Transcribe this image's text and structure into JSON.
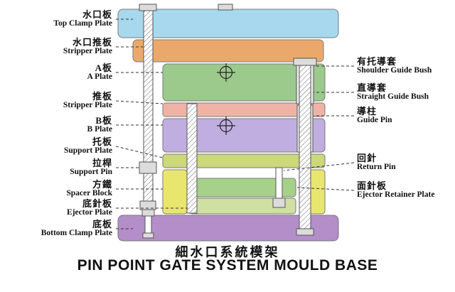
{
  "title": {
    "cn": "細水口系統模架",
    "en": "PIN POINT GATE SYSTEM MOULD BASE"
  },
  "left_labels": [
    {
      "cn": "水口板",
      "en": "Top Clamp Plate"
    },
    {
      "cn": "水口推板",
      "en": "Stripper Plate"
    },
    {
      "cn": "A板",
      "en": "A Plate"
    },
    {
      "cn": "推板",
      "en": "Stripper Plate"
    },
    {
      "cn": "B板",
      "en": "B Plate"
    },
    {
      "cn": "托板",
      "en": "Support Plate"
    },
    {
      "cn": "拉桿",
      "en": "Support Pin"
    },
    {
      "cn": "方鐵",
      "en": "Spacer Block"
    },
    {
      "cn": "底針板",
      "en": "Ejector Plate"
    },
    {
      "cn": "底板",
      "en": "Bottom Clamp Plate"
    }
  ],
  "right_labels": [
    {
      "cn": "有托導套",
      "en": "Shoulder Guide Bush"
    },
    {
      "cn": "直導套",
      "en": "Straight Guide Bush"
    },
    {
      "cn": "導柱",
      "en": "Guide Pin"
    },
    {
      "cn": "回針",
      "en": "Return Pin"
    },
    {
      "cn": "面針板",
      "en": "Ejector Retainer Plate"
    }
  ],
  "colors": {
    "top-clamp": "#a7d8ee",
    "stripper-upper": "#eaa96b",
    "a-plate": "#9cc98c",
    "stripper-lower": "#efb3a6",
    "b-plate": "#c0aee0",
    "support-plate": "#ccd87a",
    "spacer": "#e9e66e",
    "ejector-retainer": "#a5d189",
    "ejector": "#cfe0a0",
    "bottom-clamp": "#b38ec9",
    "metal": "#dcdcdc",
    "outline": "#7a7a7a",
    "leader": "#333333"
  }
}
